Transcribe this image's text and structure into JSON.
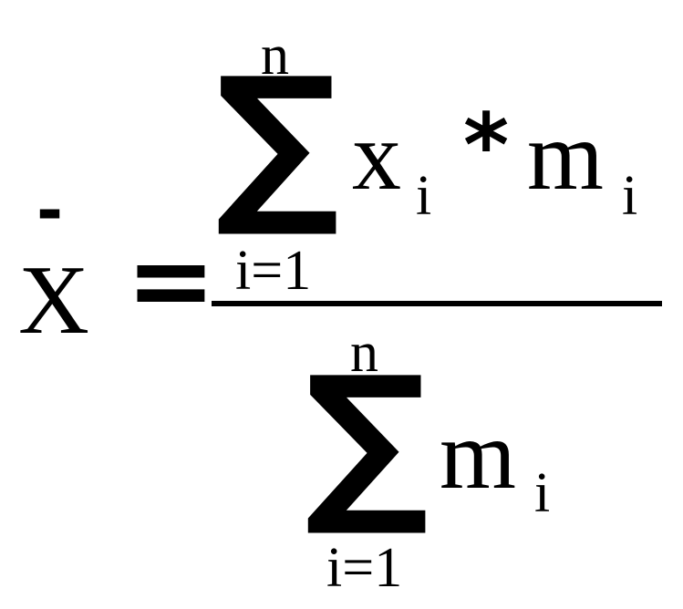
{
  "formula": {
    "lhs": {
      "variable": "X",
      "bar_mark": "-"
    },
    "equals": "=",
    "numerator": {
      "sum_symbol": "∑",
      "upper_limit": "n",
      "lower_limit": "i=1",
      "term_variable": "x",
      "term_index": "i",
      "operator": "*",
      "weight_variable": "m",
      "weight_index": "i"
    },
    "denominator": {
      "sum_symbol": "∑",
      "upper_limit": "n",
      "lower_limit": "i=1",
      "weight_variable": "m",
      "weight_index": "i"
    }
  }
}
